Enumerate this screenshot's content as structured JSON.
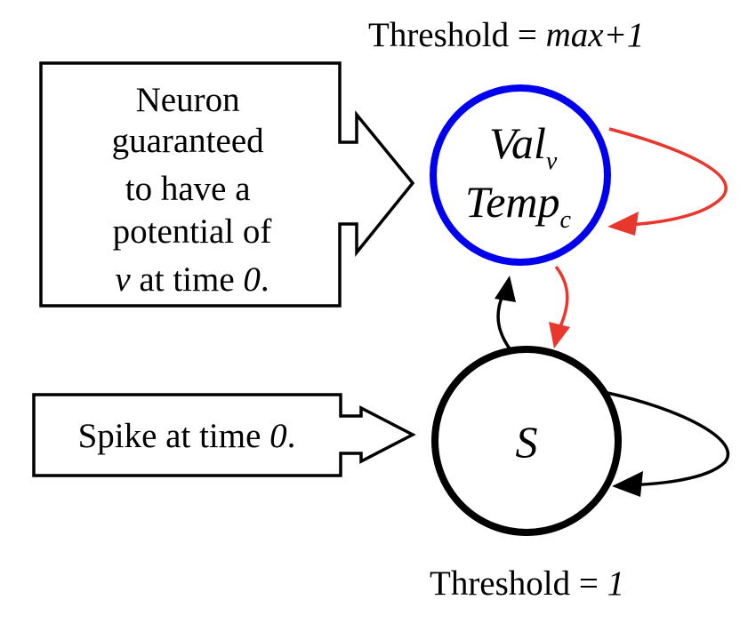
{
  "top_threshold": {
    "prefix": "Threshold = ",
    "value": "max+1"
  },
  "bottom_threshold": {
    "prefix": "Threshold = ",
    "value": "1"
  },
  "value_neuron": {
    "line1_main": "Val",
    "line1_sub": "v",
    "line2_main": "Temp",
    "line2_sub": "c",
    "border_color": "#0000ee"
  },
  "start_neuron": {
    "label": "S",
    "border_color": "#000000"
  },
  "callout_top": {
    "lines": [
      "Neuron",
      "guaranteed",
      "to have a",
      "potential of"
    ],
    "last_line_var": "v",
    "last_line_mid": " at time ",
    "last_line_num": "0",
    "last_line_end": "."
  },
  "callout_bottom": {
    "prefix": "Spike at time ",
    "num": "0",
    "suffix": "."
  },
  "edge_colors": {
    "inhibit": "#e8372c",
    "excite": "#000000"
  }
}
